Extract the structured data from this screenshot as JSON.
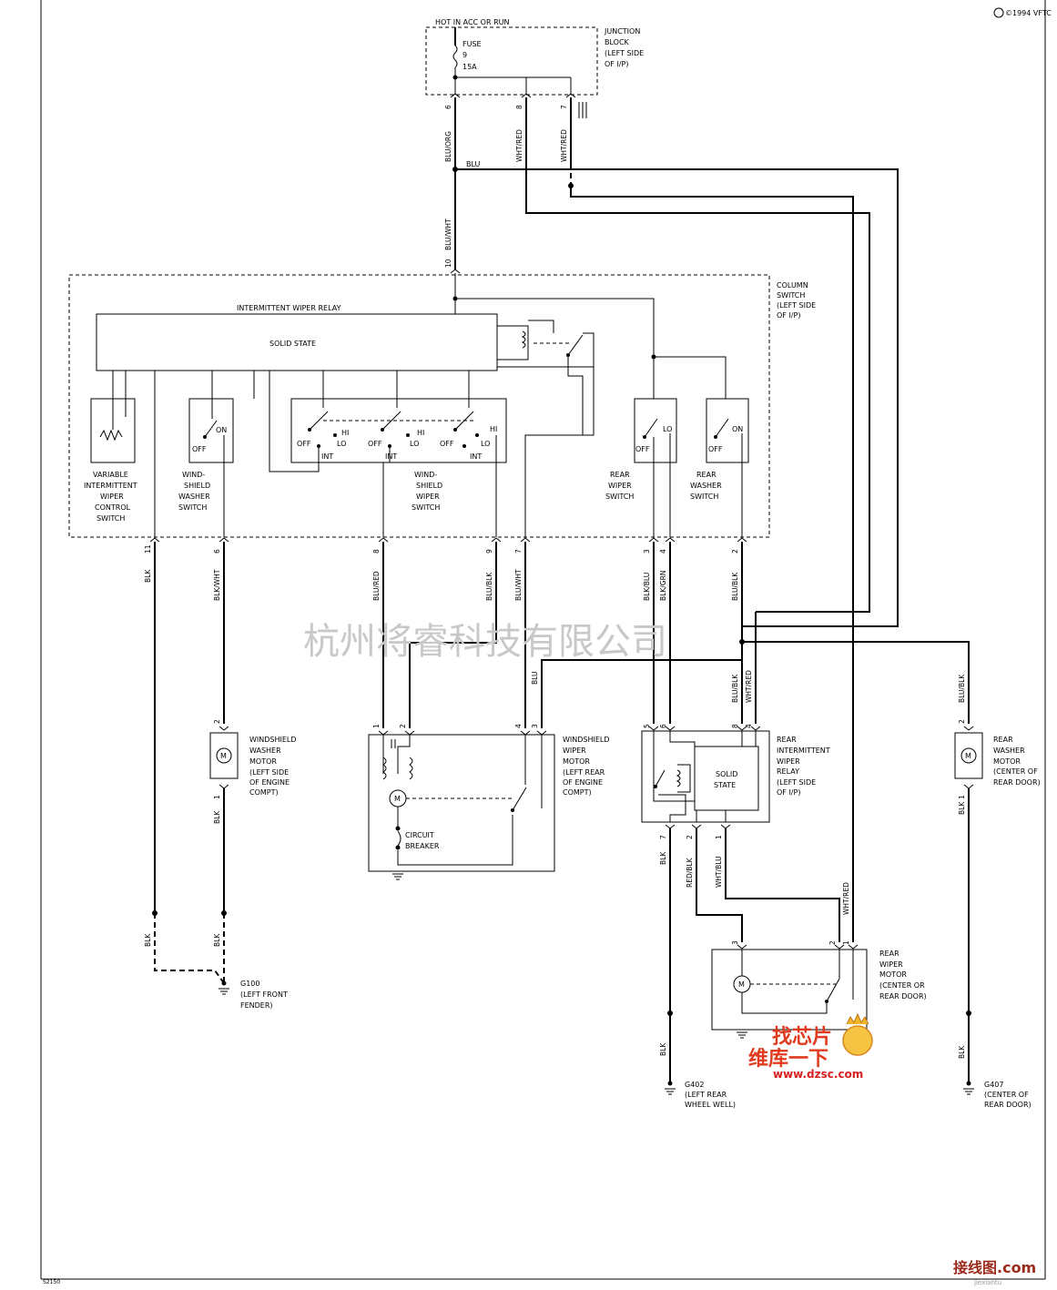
{
  "copyright": "©1994 VFTC",
  "page_code": "S2150",
  "junction_block": {
    "hot_label": "HOT IN ACC OR RUN",
    "fuse_label": "FUSE",
    "fuse_number": "9",
    "fuse_rating": "15A",
    "name": [
      "JUNCTION",
      "BLOCK",
      "(LEFT SIDE",
      "OF I/P)"
    ],
    "pins": [
      "6",
      "8",
      "7"
    ]
  },
  "column_switch": {
    "name": [
      "COLUMN",
      "SWITCH",
      "(LEFT SIDE",
      "OF I/P)"
    ],
    "relay_label": "INTERMITTENT WIPER RELAY",
    "solid_state": "SOLID STATE",
    "variable_switch": [
      "VARIABLE",
      "INTERMITTENT",
      "WIPER",
      "CONTROL",
      "SWITCH"
    ],
    "washer_switch": [
      "WIND-",
      "SHIELD",
      "WASHER",
      "SWITCH"
    ],
    "wiper_switch": [
      "WIND-",
      "SHIELD",
      "WIPER",
      "SWITCH"
    ],
    "rear_wiper_switch": [
      "REAR",
      "WIPER",
      "SWITCH"
    ],
    "rear_washer_switch": [
      "REAR",
      "WASHER",
      "SWITCH"
    ],
    "switch_labels": {
      "off": "OFF",
      "on": "ON",
      "hi": "HI",
      "lo": "LO",
      "int": "INT"
    },
    "top_pin": "10"
  },
  "wires": {
    "blu_org": "BLU/ORG",
    "wht_red": "WHT/RED",
    "blu": "BLU",
    "blu_wht": "BLU/WHT",
    "blk": "BLK",
    "blk_wht": "BLK/WHT",
    "blu_red": "BLU/RED",
    "blu_blk": "BLU/BLK",
    "blk_blu": "BLK/BLU",
    "blk_grn": "BLK/GRN",
    "red_blk": "RED/BLK",
    "wht_blu": "WHT/BLU"
  },
  "column_pins": [
    "11",
    "6",
    "8",
    "9",
    "7",
    "3",
    "4",
    "2"
  ],
  "washer_motor": {
    "name": [
      "WINDSHIELD",
      "WASHER",
      "MOTOR",
      "(LEFT SIDE",
      "OF ENGINE",
      "COMPT)"
    ],
    "pins": [
      "2",
      "1"
    ]
  },
  "wiper_motor": {
    "name": [
      "WINDSHIELD",
      "WIPER",
      "MOTOR",
      "(LEFT REAR",
      "OF ENGINE",
      "COMPT)"
    ],
    "pins": [
      "1",
      "2",
      "4",
      "3"
    ],
    "breaker": [
      "CIRCUIT",
      "BREAKER"
    ]
  },
  "rear_relay": {
    "name": [
      "REAR",
      "INTERMITTENT",
      "WIPER",
      "RELAY",
      "(LEFT SIDE",
      "OF I/P)"
    ],
    "solid_state": [
      "SOLID",
      "STATE"
    ],
    "pins_top": [
      "5",
      "6",
      "8",
      "4"
    ],
    "pins_bottom": [
      "7",
      "2",
      "1"
    ]
  },
  "rear_washer_motor": {
    "name": [
      "REAR",
      "WASHER",
      "MOTOR",
      "(CENTER OF",
      "REAR DOOR)"
    ],
    "pins": [
      "2",
      "1"
    ]
  },
  "rear_wiper_motor": {
    "name": [
      "REAR",
      "WIPER",
      "MOTOR",
      "(CENTER OR",
      "REAR DOOR)"
    ],
    "pins": [
      "3",
      "2",
      "1"
    ]
  },
  "motor_symbol": "M",
  "grounds": {
    "g100": [
      "G100",
      "(LEFT FRONT",
      "FENDER)"
    ],
    "g402": [
      "G402",
      "(LEFT REAR",
      "WHEEL WELL)"
    ],
    "g407": [
      "G407",
      "(CENTER OF",
      "REAR DOOR)"
    ]
  },
  "watermarks": {
    "company": "杭州将睿科技有限公司",
    "logo_top": "找芯片",
    "logo_mid": "维库一下",
    "logo_url": "www.dzsc.com",
    "corner": "接线图.com",
    "corner_sub": "jiexiantu"
  }
}
